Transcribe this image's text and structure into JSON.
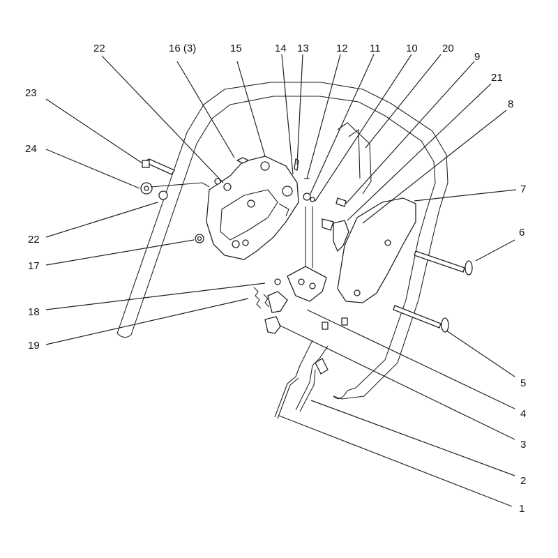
{
  "labels": {
    "c1": "1",
    "c2": "2",
    "c3": "3",
    "c4": "4",
    "c5": "5",
    "c6": "6",
    "c7": "7",
    "c8": "8",
    "c9": "9",
    "c10": "10",
    "c11": "11",
    "c12": "12",
    "c13": "13",
    "c14": "14",
    "c15": "15",
    "c16": "16 (3)",
    "c17": "17",
    "c18": "18",
    "c19": "19",
    "c20": "20",
    "c21": "21",
    "c22a": "22",
    "c22b": "22",
    "c23": "23",
    "c24": "24"
  }
}
